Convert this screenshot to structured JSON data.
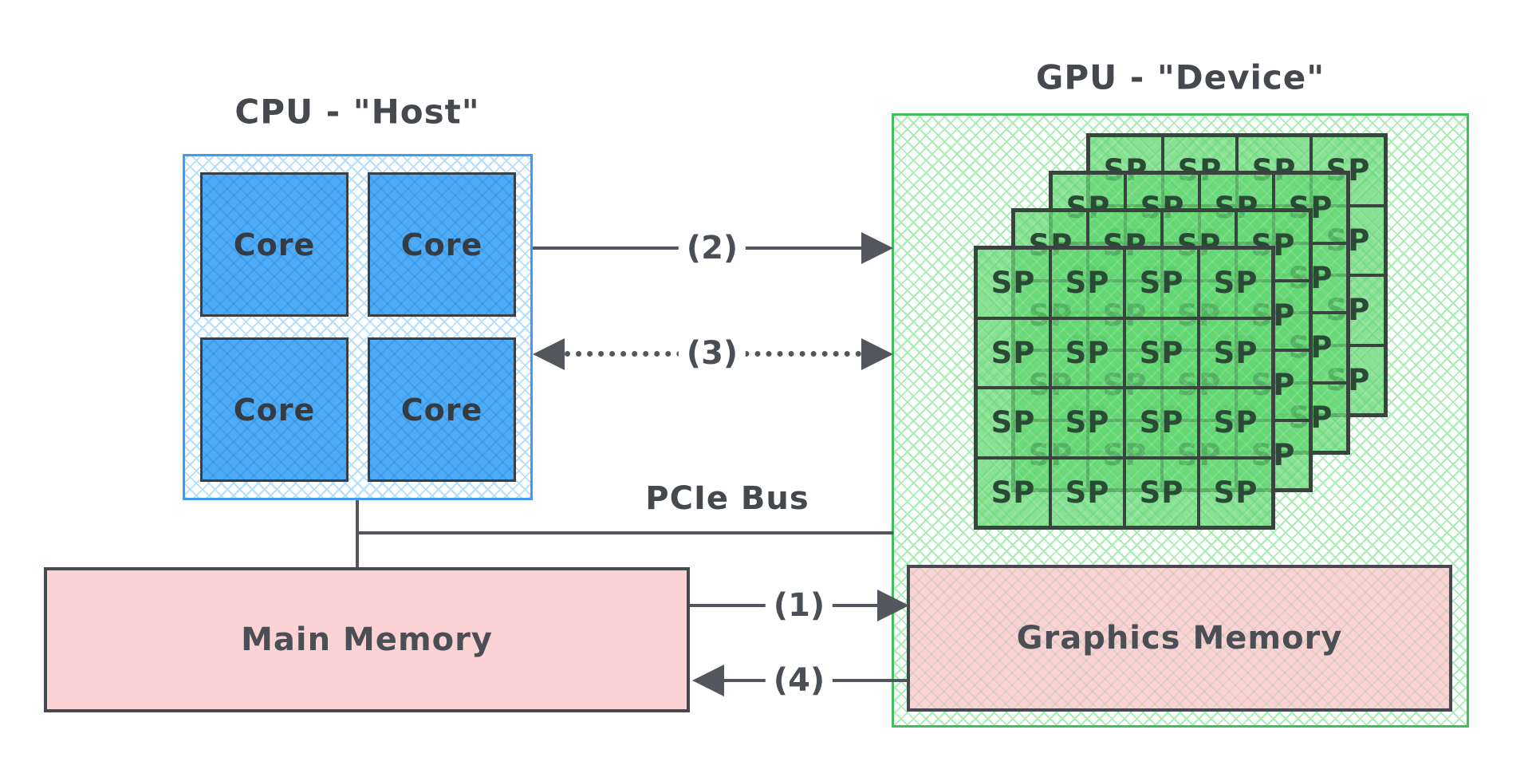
{
  "diagram": {
    "cpu": {
      "title": "CPU - \"Host\"",
      "cores": [
        {
          "label": "Core"
        },
        {
          "label": "Core"
        },
        {
          "label": "Core"
        },
        {
          "label": "Core"
        }
      ]
    },
    "gpu": {
      "title": "GPU - \"Device\"",
      "sp_stack": {
        "layers": 4,
        "rows": 4,
        "cols": 4,
        "cell_label": "SP"
      },
      "graphics_memory_label": "Graphics Memory"
    },
    "main_memory_label": "Main Memory",
    "pcie_label": "PCIe Bus",
    "arrows": {
      "a1": {
        "label": "(1)",
        "style": "solid",
        "direction": "main-memory-to-graphics-memory"
      },
      "a2": {
        "label": "(2)",
        "style": "solid",
        "direction": "cpu-to-gpu"
      },
      "a3": {
        "label": "(3)",
        "style": "dotted",
        "direction": "bidirectional-cpu-gpu"
      },
      "a4": {
        "label": "(4)",
        "style": "solid",
        "direction": "graphics-memory-to-main-memory"
      }
    },
    "colors": {
      "cpu_border": "#3e9df2",
      "cpu_hatch": "#b5defb",
      "core_fill": "#4dabf7",
      "gpu_border": "#44bb5d",
      "gpu_hatch": "#a9ecb4",
      "sp_border": "#3a443f",
      "memory_fill": "#fcd3d5",
      "line": "#53575d"
    }
  }
}
